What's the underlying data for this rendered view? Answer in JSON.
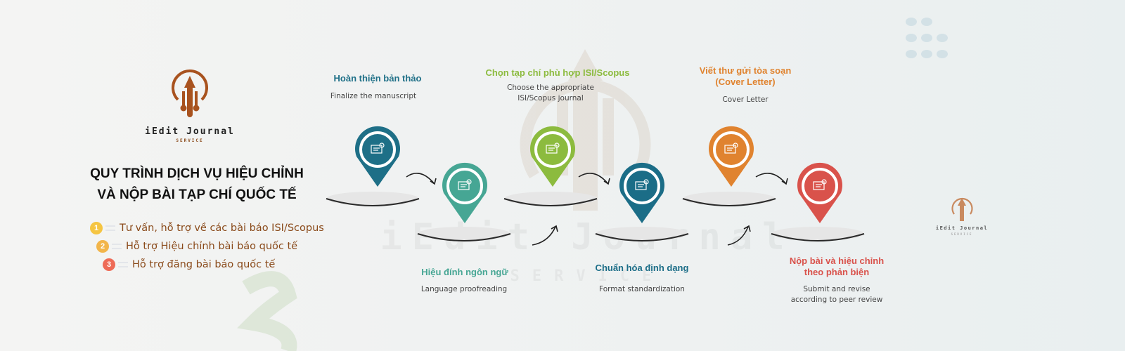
{
  "brand": {
    "name": "iEdit Journal",
    "sub": "SERVICE"
  },
  "title": [
    "QUY TRÌNH DỊCH VỤ HIỆU CHỈNH",
    "VÀ NỘP BÀI TẠP CHÍ QUỐC TẾ"
  ],
  "features": [
    {
      "num": "1",
      "text": "Tư vấn, hỗ trợ về các bài báo ISI/Scopus",
      "color": "#f5c542"
    },
    {
      "num": "2",
      "text": "Hỗ trợ Hiệu chỉnh bài báo quốc tế",
      "color": "#f2b54a"
    },
    {
      "num": "3",
      "text": "Hỗ trợ đăng bài báo quốc tế",
      "color": "#ee6b57"
    }
  ],
  "steps": [
    {
      "title": "Hoàn thiện bản thảo",
      "desc": "Finalize the manuscript",
      "color": "#1e6f87",
      "icon": "document-edit-icon"
    },
    {
      "title": "Hiệu đính ngôn ngữ",
      "desc": "Language proofreading",
      "color": "#46a694",
      "icon": "hands-lightbulb-icon"
    },
    {
      "title": "Chọn tạp chí phù hợp ISI/Scopus",
      "desc": "Choose the appropriate ISI/Scopus journal",
      "desc_lines": [
        "Choose the appropriate",
        "ISI/Scopus journal"
      ],
      "color": "#8cbb3e",
      "icon": "lightbulb-question-icon"
    },
    {
      "title": "Chuẩn hóa định dạng",
      "desc": "Format standardization",
      "color": "#1b6d87",
      "icon": "team-check-icon"
    },
    {
      "title": "Viết thư gửi tòa soạn (Cover Letter)",
      "title_lines": [
        "Viết thư gửi tòa soạn",
        "(Cover Letter)"
      ],
      "desc": "Cover Letter",
      "color": "#e0832f",
      "icon": "chart-documents-icon"
    },
    {
      "title": "Nộp bài và hiệu chỉnh theo phản biện",
      "title_lines": [
        "Nộp bài và hiệu chỉnh",
        "theo phản biện"
      ],
      "desc": "Submit and revise according to peer review",
      "desc_lines": [
        "Submit and revise",
        "according to peer review"
      ],
      "color": "#d9524b",
      "icon": "target-icon"
    }
  ],
  "watermark": {
    "name": "iEdit Journal",
    "sub": "SERVICE"
  }
}
